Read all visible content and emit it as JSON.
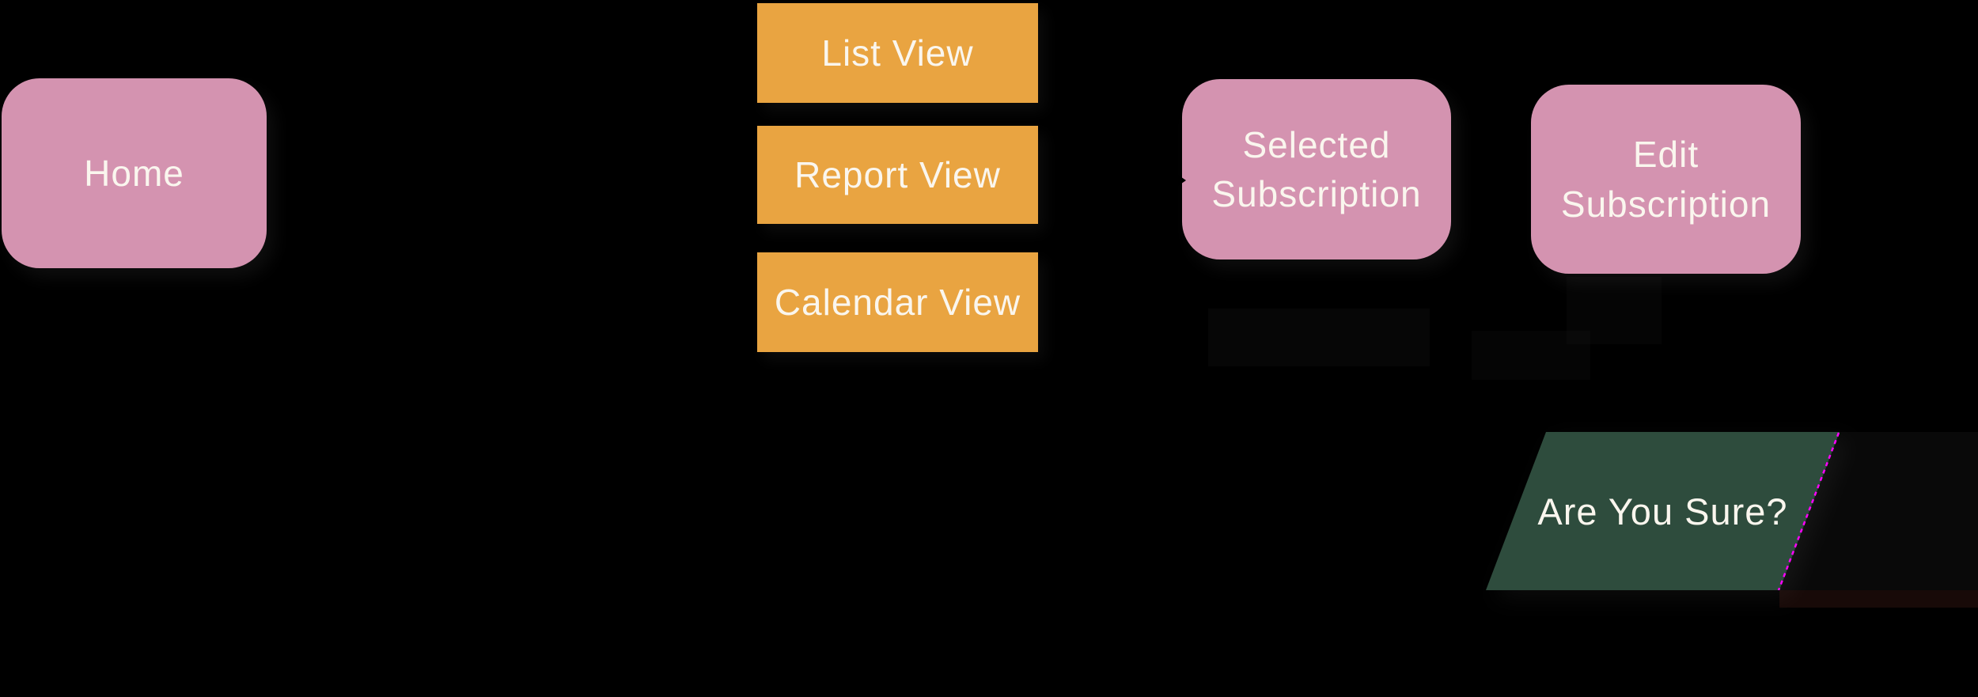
{
  "diagram": {
    "background": "#000000",
    "palette": {
      "pink": "#d493b0",
      "orange": "#e9a441",
      "green": "#2e4c3d",
      "magenta": "#ff00ff",
      "text": "#faf6ee"
    },
    "nodes": {
      "home": {
        "label": "Home",
        "shape": "rounded-rect",
        "fill": "#d493b0"
      },
      "list_view": {
        "label": "List View",
        "shape": "rect",
        "fill": "#e9a441"
      },
      "report_view": {
        "label": "Report View",
        "shape": "rect",
        "fill": "#e9a441"
      },
      "calendar_view": {
        "label": "Calendar View",
        "shape": "rect",
        "fill": "#e9a441"
      },
      "selected_subscription": {
        "label": "Selected Subscription",
        "shape": "rounded-rect",
        "fill": "#d493b0"
      },
      "edit_subscription": {
        "label": "Edit Subscription",
        "shape": "rounded-rect",
        "fill": "#d493b0"
      },
      "are_you_sure": {
        "label": "Are You Sure?",
        "shape": "parallelogram",
        "fill": "#2e4c3d",
        "edge_accent": "#ff00ff"
      }
    }
  }
}
